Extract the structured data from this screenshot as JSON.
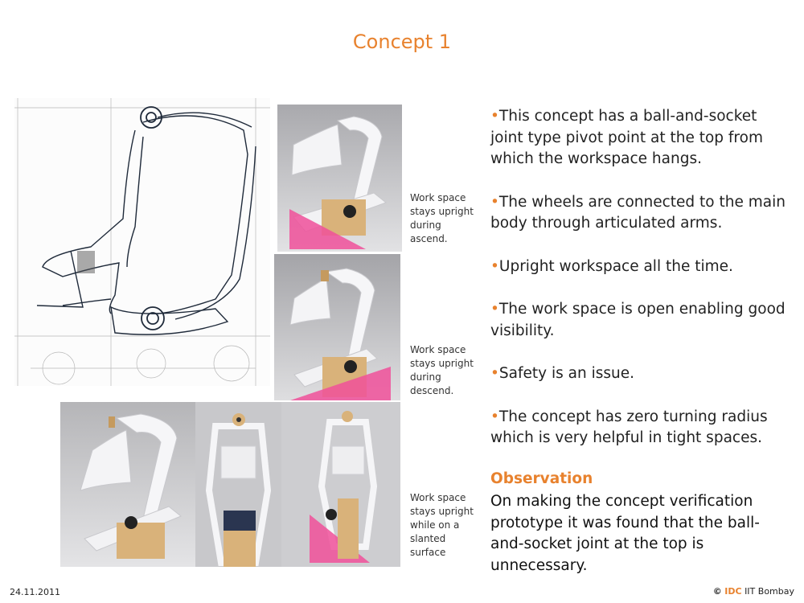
{
  "slide": {
    "title": "Concept 1",
    "captions": {
      "ascend": "Work space stays upright during ascend.",
      "descend": "Work space stays upright during descend.",
      "slanted": "Work space stays  upright while on a slanted surface"
    },
    "bullets": [
      "This concept has a ball-and-socket joint type pivot point at the top from which the workspace hangs.",
      "The wheels are connected to the main body through articulated arms.",
      "Upright workspace all the time.",
      "The work space is open enabling good visibility.",
      "Safety is an issue.",
      "The concept has zero turning radius which is very helpful in tight spaces."
    ],
    "bullet_marker": "•",
    "observation_heading": "Observation",
    "observation_text": "On making the concept verification prototype it was found that the ball-and-socket joint at the top is unnecessary.",
    "footer": {
      "date": "24.11.2011",
      "copyright_symbol": "©",
      "brand": "IDC",
      "institution": "IIT Bombay"
    }
  },
  "colors": {
    "accent": "#e8822e",
    "text": "#222222",
    "prototype_white": "#f2f2f4",
    "wedge_pink": "#f0509a",
    "wood": "#d9b27a"
  }
}
